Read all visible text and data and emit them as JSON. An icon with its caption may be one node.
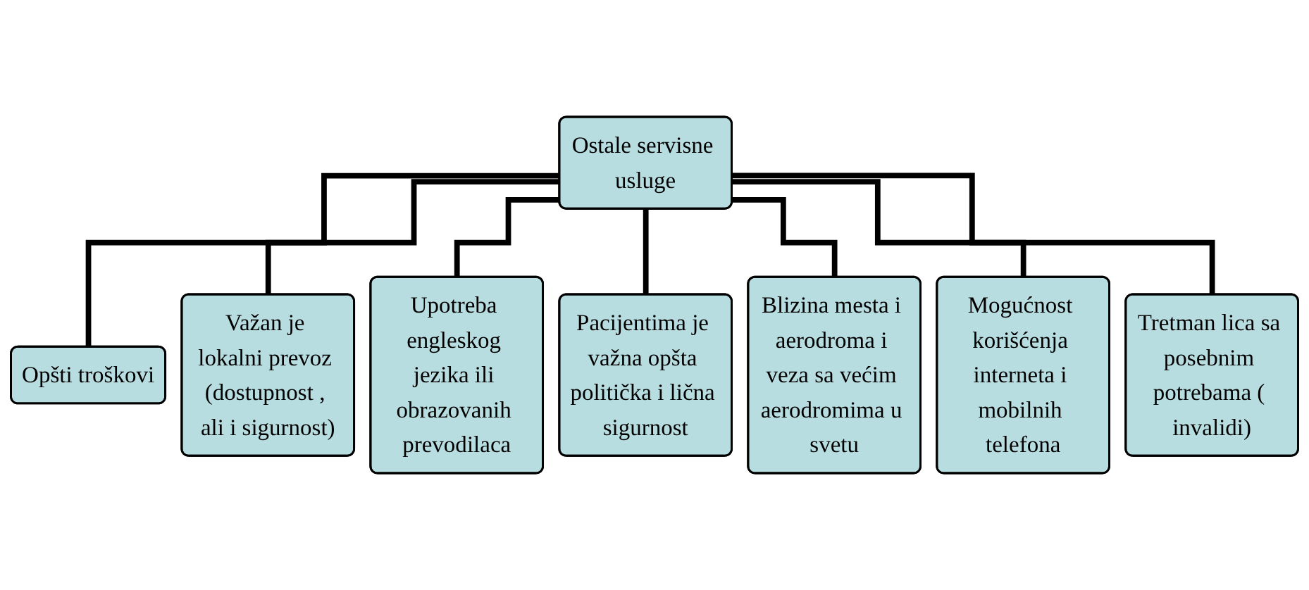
{
  "diagram": {
    "nodes": [
      {
        "text": [
          "Ostale servisne usluge"
        ]
      },
      {
        "text": [
          "Opšti troškovi"
        ]
      },
      {
        "text": [
          "Važan je lokalni prevoz (dostupnost , ali i sigurnost)"
        ]
      },
      {
        "text": [
          "Upotreba engleskog jezika ili obrazovanih prevodilaca"
        ]
      },
      {
        "text": [
          "Pacijentima je važna opšta politička i lična sigurnost"
        ]
      },
      {
        "text": [
          "Blizina mesta i aerodroma i veza sa većim aerodromima u svetu"
        ]
      },
      {
        "text": [
          "Mogućnost korišćenja interneta i mobilnih telefona"
        ]
      },
      {
        "text": [
          "Tretman lica sa posebnim potrebama ( invalidi)"
        ]
      }
    ],
    "edges": [
      {
        "from": 0,
        "to": 1,
        "arrow": "none"
      },
      {
        "from": 0,
        "to": 2,
        "arrow": "none"
      },
      {
        "from": 0,
        "to": 3,
        "arrow": "none"
      },
      {
        "from": 0,
        "to": 4,
        "arrow": "none"
      },
      {
        "from": 0,
        "to": 5,
        "arrow": "none"
      },
      {
        "from": 0,
        "to": 6,
        "arrow": "none"
      },
      {
        "from": 0,
        "to": 7,
        "arrow": "none"
      }
    ]
  }
}
